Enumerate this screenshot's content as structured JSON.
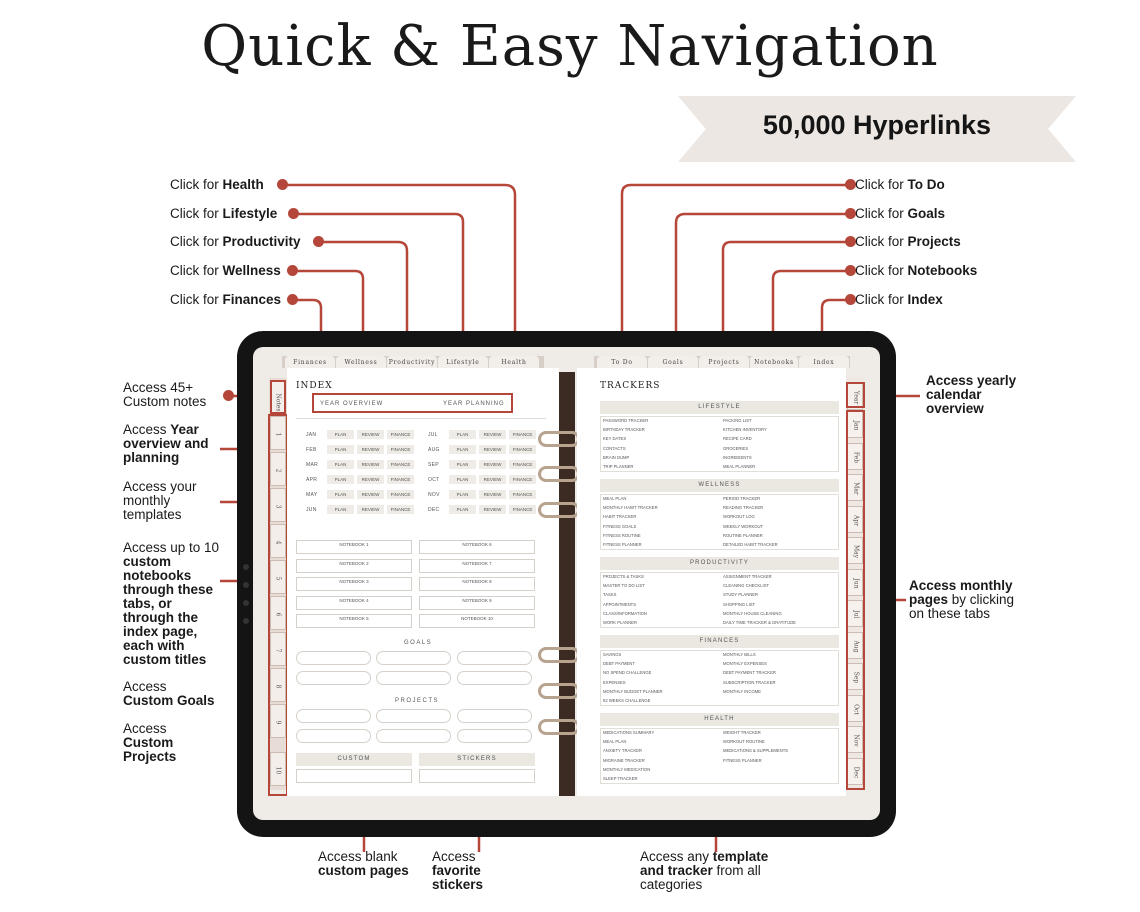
{
  "title": "Quick & Easy Navigation",
  "banner": "50,000 Hyperlinks",
  "accent": "#b5473a",
  "top_left_labels": [
    {
      "pre": "Click for ",
      "bold": "Health"
    },
    {
      "pre": "Click for ",
      "bold": "Lifestyle"
    },
    {
      "pre": "Click for ",
      "bold": "Productivity"
    },
    {
      "pre": "Click for ",
      "bold": "Wellness"
    },
    {
      "pre": "Click for ",
      "bold": "Finances"
    }
  ],
  "top_right_labels": [
    {
      "pre": "Click for ",
      "bold": "To Do"
    },
    {
      "pre": "Click for ",
      "bold": "Goals"
    },
    {
      "pre": "Click for ",
      "bold": "Projects"
    },
    {
      "pre": "Click for ",
      "bold": "Notebooks"
    },
    {
      "pre": "Click for ",
      "bold": "Index"
    }
  ],
  "left_callouts": {
    "notes": {
      "l1": "Access 45+",
      "l2": "Custom notes"
    },
    "year": {
      "l1": "Access ",
      "b1": "Year",
      "l2": "overview and",
      "l3": "planning"
    },
    "monthly": {
      "l1": "Access your",
      "l2": "monthly",
      "l3": "templates"
    },
    "notebooks": {
      "l1": "Access up to 10",
      "b2": "custom",
      "b3": "notebooks",
      "b4": "through these",
      "b5": "tabs, or",
      "b6": "through the",
      "b7": "index page,",
      "b8": "each with",
      "b9": "custom titles"
    },
    "goals": {
      "l1": "Access",
      "b1": "Custom Goals"
    },
    "projects": {
      "l1": "Access",
      "b1": "Custom",
      "b2": "Projects"
    }
  },
  "right_callouts": {
    "yearly": {
      "b1": "Access yearly",
      "b2": "calendar",
      "b3": "overview"
    },
    "monthly": {
      "b1": "Access monthly",
      "b2": "pages",
      "l2": " by clicking",
      "l3": "on these tabs"
    }
  },
  "bottom_callouts": {
    "custom": {
      "l1": "Access blank",
      "b1": "custom pages"
    },
    "stickers": {
      "l1": "Access",
      "b1": "favorite",
      "b2": "stickers"
    },
    "trackers": {
      "l1": "Access any ",
      "b1": "template",
      "b2": "and tracker",
      "l2": " from all",
      "l3": "categories"
    }
  },
  "top_tabs_left": [
    "Finances",
    "Wellness",
    "Productivity",
    "Lifestyle",
    "Health"
  ],
  "top_tabs_right": [
    "To Do",
    "Goals",
    "Projects",
    "Notebooks",
    "Index"
  ],
  "side_tabs_left": [
    "Notes",
    "1",
    "2",
    "3",
    "4",
    "5",
    "6",
    "7",
    "8",
    "9",
    "10"
  ],
  "side_tabs_right": [
    "Year",
    "Jan",
    "Feb",
    "Mar",
    "Apr",
    "May",
    "Jun",
    "Jul",
    "Aug",
    "Sep",
    "Oct",
    "Nov",
    "Dec"
  ],
  "index": {
    "heading": "INDEX",
    "year_overview": "YEAR OVERVIEW",
    "year_planning": "YEAR PLANNING",
    "months_left": [
      "JAN",
      "FEB",
      "MAR",
      "APR",
      "MAY",
      "JUN"
    ],
    "months_right": [
      "JUL",
      "AUG",
      "SEP",
      "OCT",
      "NOV",
      "DEC"
    ],
    "cells": [
      "PLAN",
      "REVIEW",
      "FINANCE"
    ],
    "notebooks_left": [
      "NOTEBOOK 1",
      "NOTEBOOK 2",
      "NOTEBOOK 3",
      "NOTEBOOK 4",
      "NOTEBOOK 5"
    ],
    "notebooks_right": [
      "NOTEBOOK 6",
      "NOTEBOOK 7",
      "NOTEBOOK 8",
      "NOTEBOOK 9",
      "NOTEBOOK 10"
    ],
    "goals": "GOALS",
    "projects": "PROJECTS",
    "custom": "CUSTOM",
    "stickers": "STICKERS"
  },
  "trackers": {
    "heading": "TRACKERS",
    "sections": [
      {
        "name": "LIFESTYLE",
        "left": [
          "PASSWORD TRACKER",
          "BIRTHDAY TRACKER",
          "KEY DATES",
          "CONTACTS",
          "BRAIN DUMP",
          "TRIP PLANNER"
        ],
        "right": [
          "PACKING LIST",
          "KITCHEN INVENTORY",
          "RECIPE CARD",
          "GROCERIES",
          "INGREDIENTS",
          "MEAL PLANNER"
        ]
      },
      {
        "name": "WELLNESS",
        "left": [
          "MEAL PLAN",
          "MONTHLY HABIT TRACKER",
          "HABIT TRACKER",
          "FITNESS GOALS",
          "FITNESS ROUTINE",
          "FITNESS PLANNER"
        ],
        "right": [
          "PERIOD TRACKER",
          "READING TRACKER",
          "WORKOUT LOG",
          "WEEKLY WORKOUT",
          "ROUTINE PLANNER",
          "DETAILED HABIT TRACKER"
        ]
      },
      {
        "name": "PRODUCTIVITY",
        "left": [
          "PROJECTS & TASKS",
          "MASTER TO DO LIST",
          "TASKS",
          "APPOINTMENTS",
          "CLASS/INFORMATION",
          "WORK PLANNER"
        ],
        "right": [
          "ASSIGNMENT TRACKER",
          "CLEANING CHECKLIST",
          "STUDY PLANNER",
          "SHOPPING LIST",
          "MONTHLY HOUSE CLEANING",
          "DAILY TIME TRACKER & GRATITUDE"
        ]
      },
      {
        "name": "FINANCES",
        "left": [
          "SAVINGS",
          "DEBT PAYMENT",
          "NO SPEND CHALLENGE",
          "EXPENSES",
          "MONTHLY BUDGET PLANNER",
          "52 WEEKS CHALLENGE"
        ],
        "right": [
          "MONTHLY BILLS",
          "MONTHLY EXPENSES",
          "DEBT PAYMENT TRACKER",
          "SUBSCRIPTION TRACKER",
          "MONTHLY INCOME",
          ""
        ]
      },
      {
        "name": "HEALTH",
        "left": [
          "MEDICATIONS SUMMARY",
          "MEAL PLAN",
          "ANXIETY TRACKER",
          "MIGRAINE TRACKER",
          "MONTHLY MEDICATION",
          "SLEEP TRACKER"
        ],
        "right": [
          "WEIGHT TRACKER",
          "WORKOUT ROUTINE",
          "MEDICATIONS & SUPPLEMENTS",
          "FITNESS PLANNER",
          "",
          ""
        ]
      }
    ]
  }
}
